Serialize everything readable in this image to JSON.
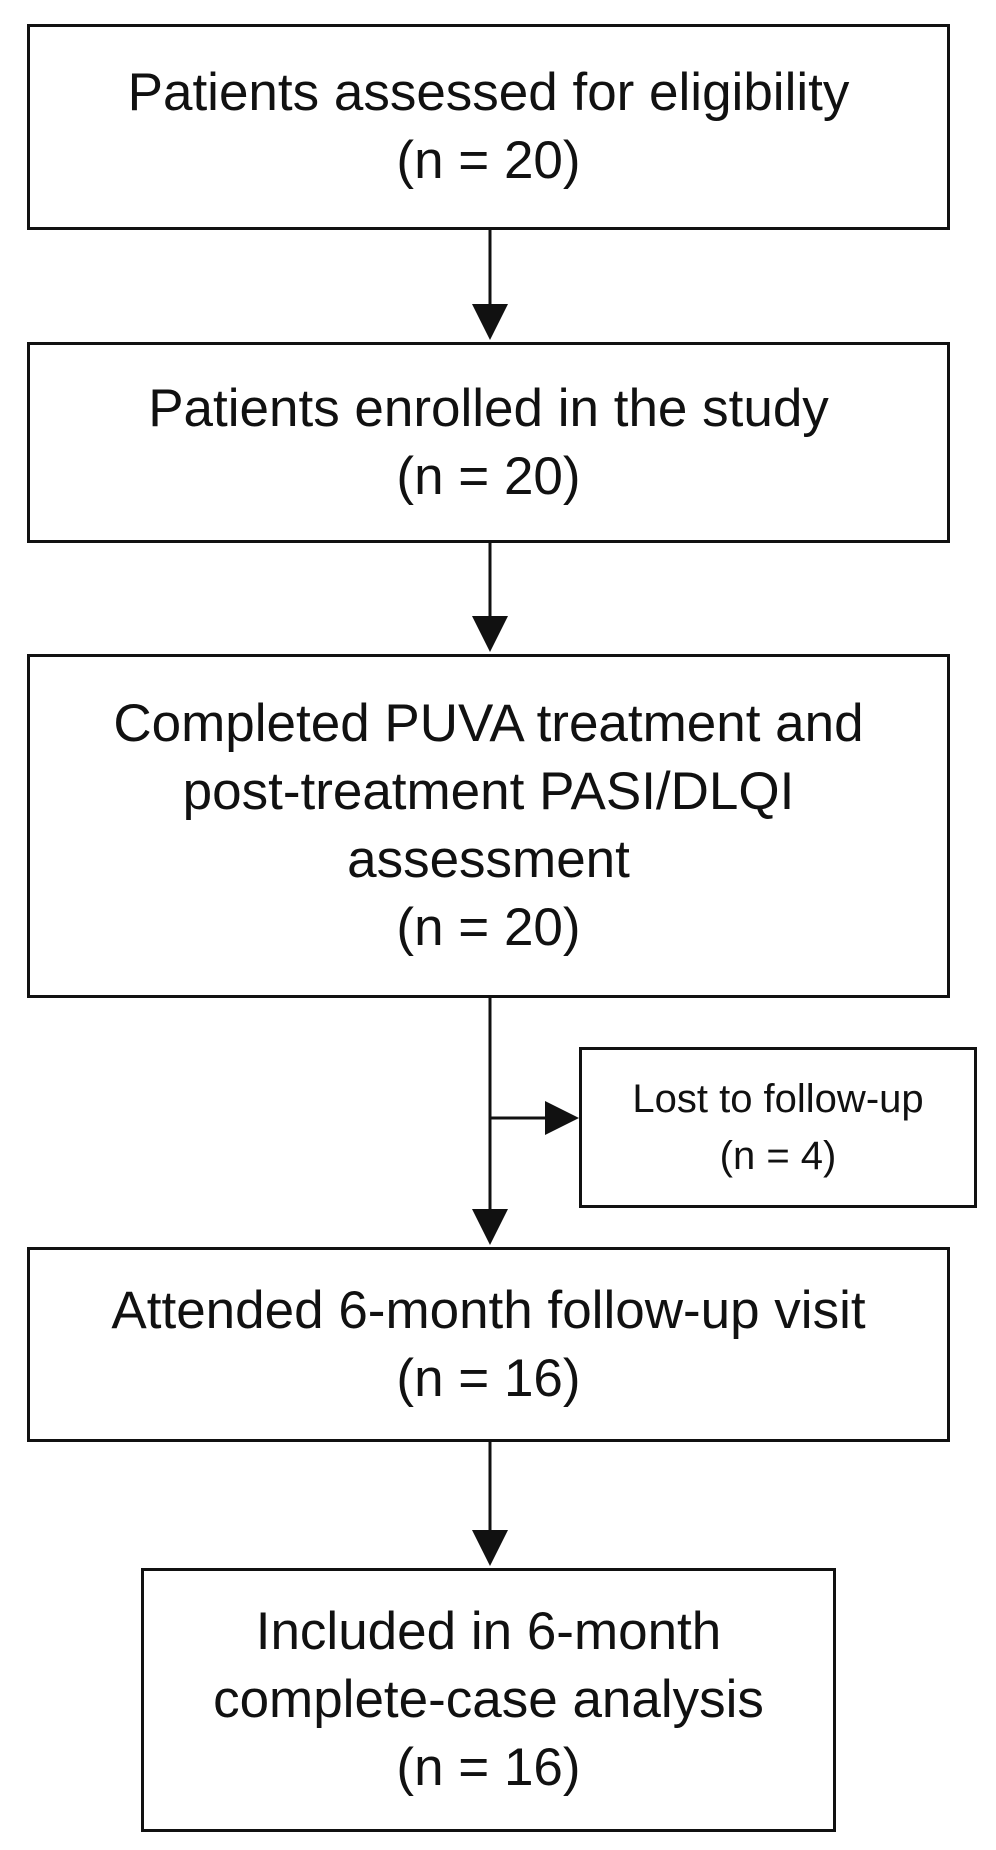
{
  "flowchart": {
    "boxes": [
      {
        "lines": [
          "Patients assessed for eligibility",
          "(n = 20)"
        ]
      },
      {
        "lines": [
          "Patients enrolled in the study",
          "(n = 20)"
        ]
      },
      {
        "lines": [
          "Completed PUVA treatment and",
          "post-treatment PASI/DLQI",
          "assessment",
          "(n = 20)"
        ]
      },
      {
        "lines": [
          "Attended 6-month follow-up visit",
          "(n = 16)"
        ]
      },
      {
        "lines": [
          "Included in 6-month",
          "complete-case analysis",
          "(n = 16)"
        ]
      }
    ],
    "side_box": {
      "lines": [
        "Lost to follow-up",
        "(n = 4)"
      ]
    }
  }
}
